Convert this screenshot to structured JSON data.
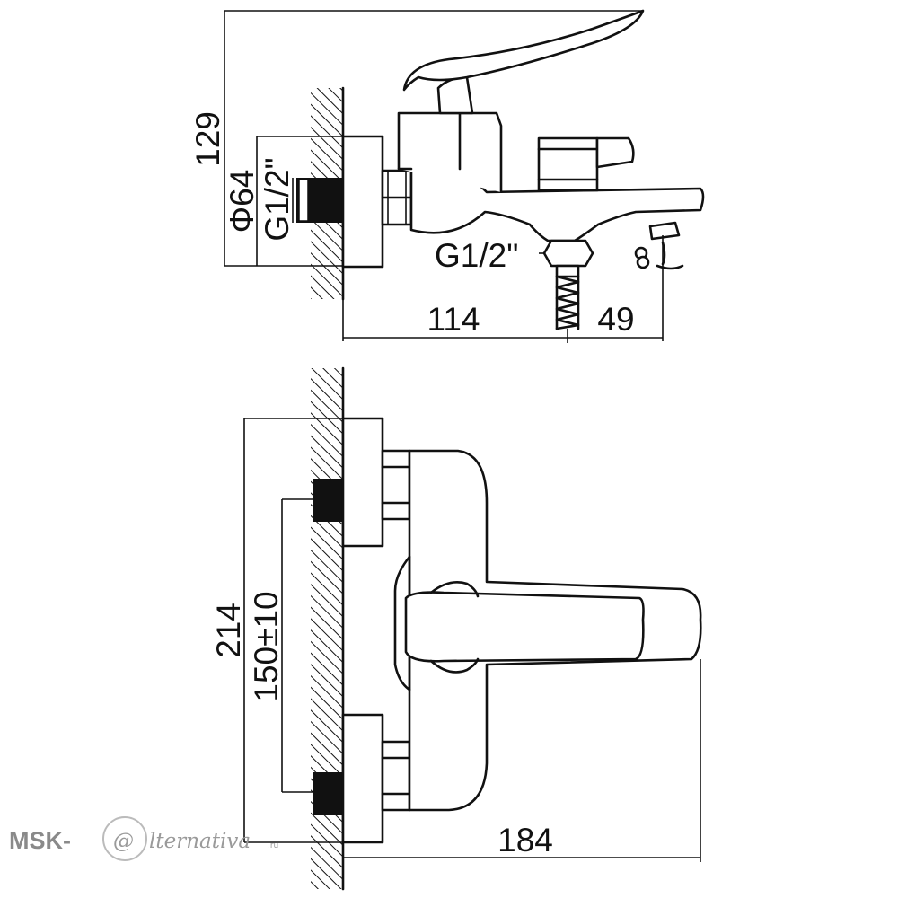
{
  "side_view": {
    "dim_height": "129",
    "dim_diameter": "Φ64",
    "dim_thread_inlet": "G1/2\"",
    "dim_thread_outlet": "G1/2\"",
    "dim_spout_offset": "114",
    "dim_spout_reach": "49"
  },
  "top_view": {
    "dim_overall_height": "214",
    "dim_center_distance": "150±10",
    "dim_overall_depth": "184"
  },
  "watermark": {
    "brand_left": "MSK-",
    "brand_at": "@",
    "brand_right": "lternativa",
    "brand_tld": ".ru"
  }
}
